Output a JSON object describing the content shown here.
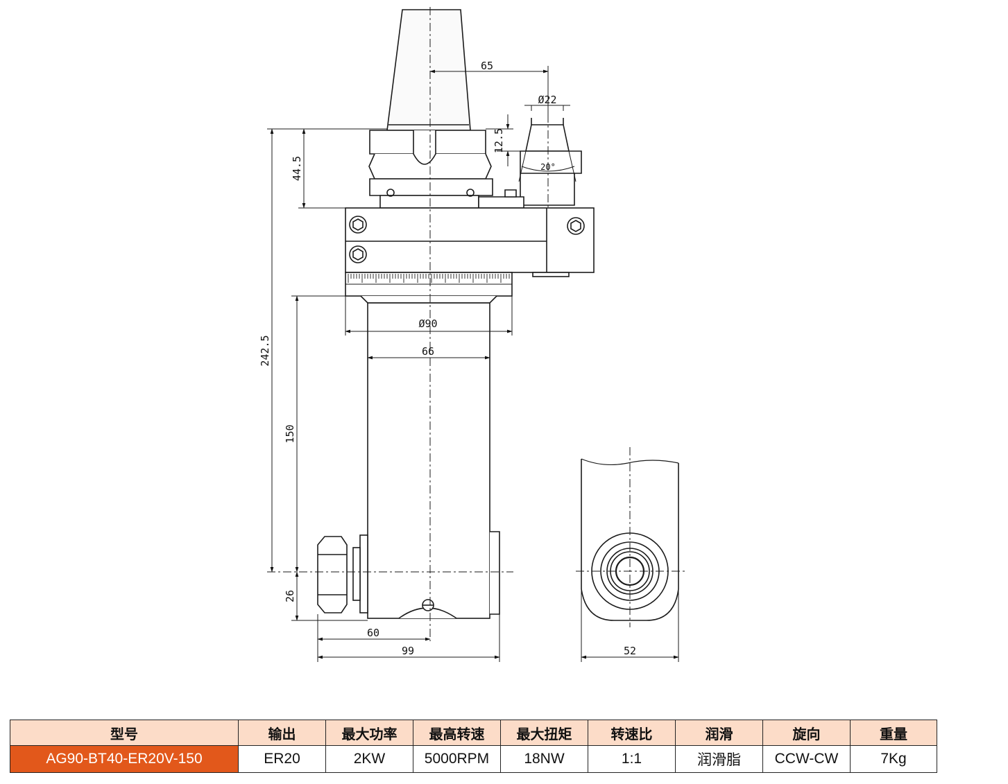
{
  "drawing": {
    "dimensions": {
      "d65": "65",
      "d22": "Ø22",
      "d12_5": "12.5",
      "d44_5": "44.5",
      "d20deg": "20°",
      "d242_5": "242.5",
      "d150": "150",
      "d90": "Ø90",
      "d66": "66",
      "d26": "26",
      "d60": "60",
      "d99": "99",
      "d52": "52"
    }
  },
  "spec_table": {
    "headers": [
      "型号",
      "输出",
      "最大功率",
      "最高转速",
      "最大扭矩",
      "转速比",
      "润滑",
      "旋向",
      "重量"
    ],
    "row": [
      "AG90-BT40-ER20V-150",
      "ER20",
      "2KW",
      "5000RPM",
      "18NW",
      "1:1",
      "润滑脂",
      "CCW-CW",
      "7Kg"
    ]
  },
  "colors": {
    "header_bg": "#fcdcc8",
    "model_bg": "#e2581b",
    "line": "#1a1a1a"
  }
}
